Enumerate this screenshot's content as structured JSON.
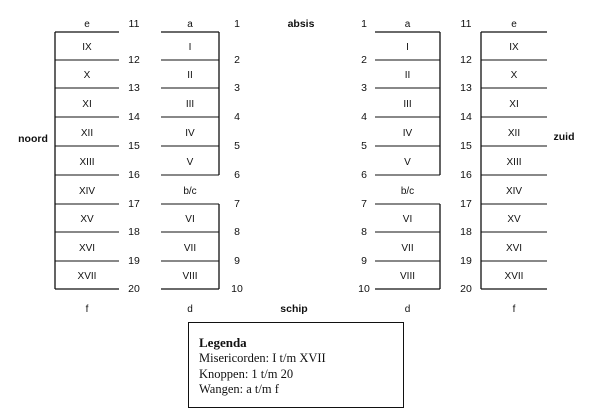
{
  "headings": {
    "top": "absis",
    "bottom": "schip",
    "left": "noord",
    "right": "zuid"
  },
  "columns": [
    {
      "id": "outer-left",
      "top_label": "e",
      "bottom_label": "f",
      "cells": [
        "IX",
        "X",
        "XI",
        "XII",
        "XIII",
        "XIV",
        "XV",
        "XVI",
        "XVII"
      ],
      "numbers": [
        "11",
        "12",
        "13",
        "14",
        "15",
        "16",
        "17",
        "18",
        "19",
        "20"
      ]
    },
    {
      "id": "inner-left",
      "top_label": "a",
      "bottom_label": "d",
      "cells": [
        "I",
        "II",
        "III",
        "IV",
        "V",
        "b/c",
        "VI",
        "VII",
        "VIII"
      ],
      "numbers": [
        "1",
        "2",
        "3",
        "4",
        "5",
        "6",
        "7",
        "8",
        "9",
        "10"
      ]
    },
    {
      "id": "inner-right",
      "top_label": "a",
      "bottom_label": "d",
      "cells": [
        "I",
        "II",
        "III",
        "IV",
        "V",
        "b/c",
        "VI",
        "VII",
        "VIII"
      ],
      "numbers": [
        "1",
        "2",
        "3",
        "4",
        "5",
        "6",
        "7",
        "8",
        "9",
        "10"
      ]
    },
    {
      "id": "outer-right",
      "top_label": "e",
      "bottom_label": "f",
      "cells": [
        "IX",
        "X",
        "XI",
        "XII",
        "XIII",
        "XIV",
        "XV",
        "XVI",
        "XVII"
      ],
      "numbers": [
        "11",
        "12",
        "13",
        "14",
        "15",
        "16",
        "17",
        "18",
        "19",
        "20"
      ]
    }
  ],
  "legend": {
    "title": "Legenda",
    "lines": [
      "Misericorden: I t/m XVII",
      "Knoppen: 1 t/m 20",
      "Wangen: a t/m f"
    ]
  }
}
